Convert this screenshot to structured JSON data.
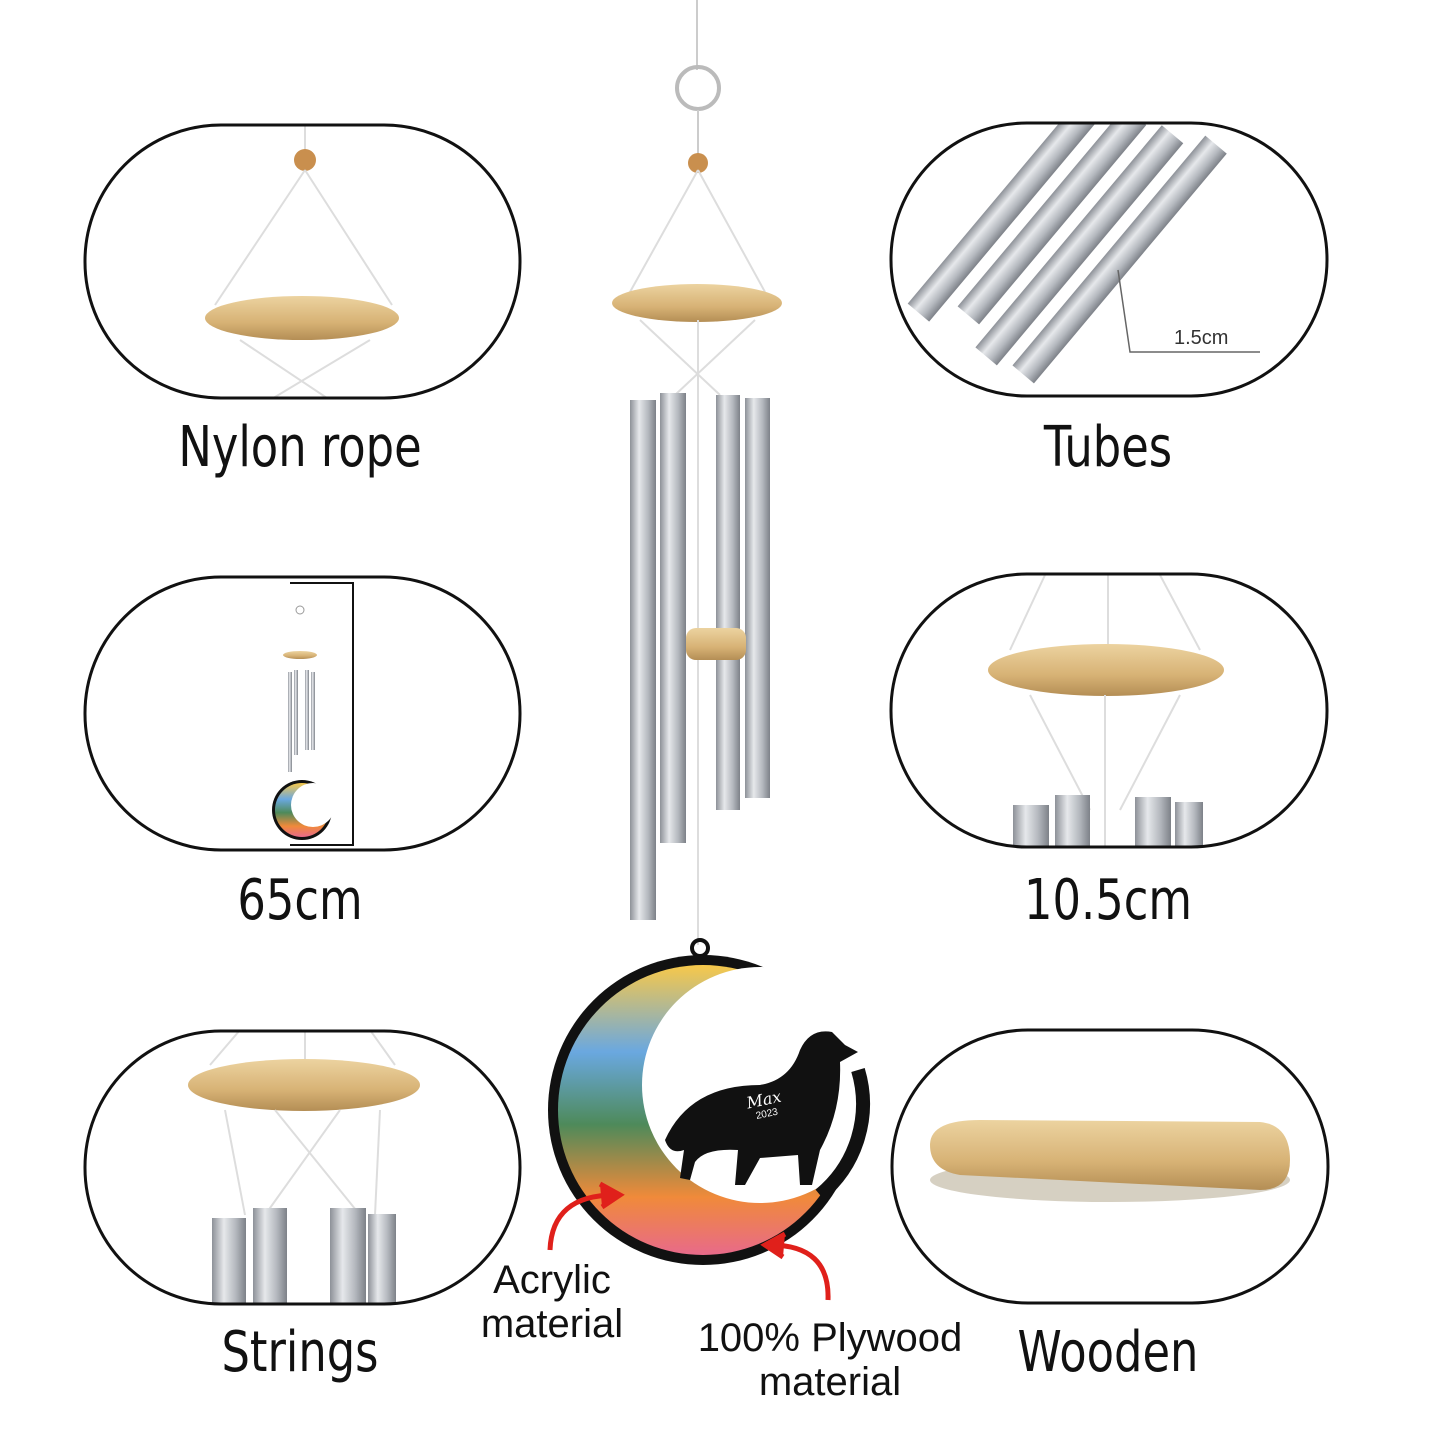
{
  "features": [
    {
      "label": "Nylon rope"
    },
    {
      "label": "Tubes",
      "measure": "1.5cm"
    },
    {
      "label": "65cm"
    },
    {
      "label": "10.5cm"
    },
    {
      "label": "Strings"
    },
    {
      "label": "Wooden"
    }
  ],
  "callouts": {
    "acrylic": [
      "Acrylic",
      "material"
    ],
    "plywood": [
      "100% Plywood",
      "material"
    ]
  },
  "ornament": {
    "name": "Max",
    "year": "2023"
  },
  "colors": {
    "wood": "#d9b77a",
    "metal": "#b8bcc2",
    "arrow": "#e0201b"
  }
}
